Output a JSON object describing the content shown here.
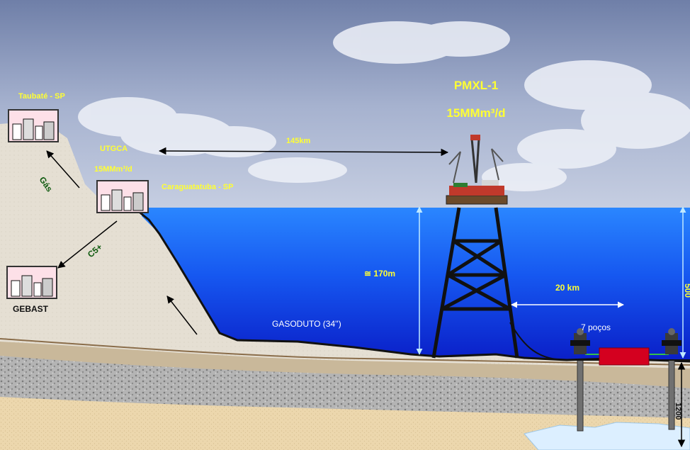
{
  "platform": {
    "name": "PMXL-1",
    "capacity": "15MMm³/d"
  },
  "onshore": {
    "taubate": "Taubaté - SP",
    "utgca": "UTGCA",
    "utgca_capacity": "15MMm³/d",
    "caraguatatuba": "Caraguatatuba - SP",
    "gebast": "GEBAST"
  },
  "flows": {
    "gas": "Gás",
    "c5": "C5+"
  },
  "pipeline": {
    "label": "GASODUTO (34'')",
    "distance": "145km"
  },
  "water_depth": "≅ 170m",
  "wells": {
    "distance": "20 km",
    "count_label": "7 poços"
  },
  "cut_labels": {
    "right_depth": "500",
    "reservoir_depth": "1200"
  },
  "colors": {
    "sea_top": "#2a86ff",
    "sea_bottom": "#0a1fc8",
    "label_yellow": "#ffff33",
    "label_green": "#0f5a0f",
    "manifold_red": "#d4001f"
  }
}
